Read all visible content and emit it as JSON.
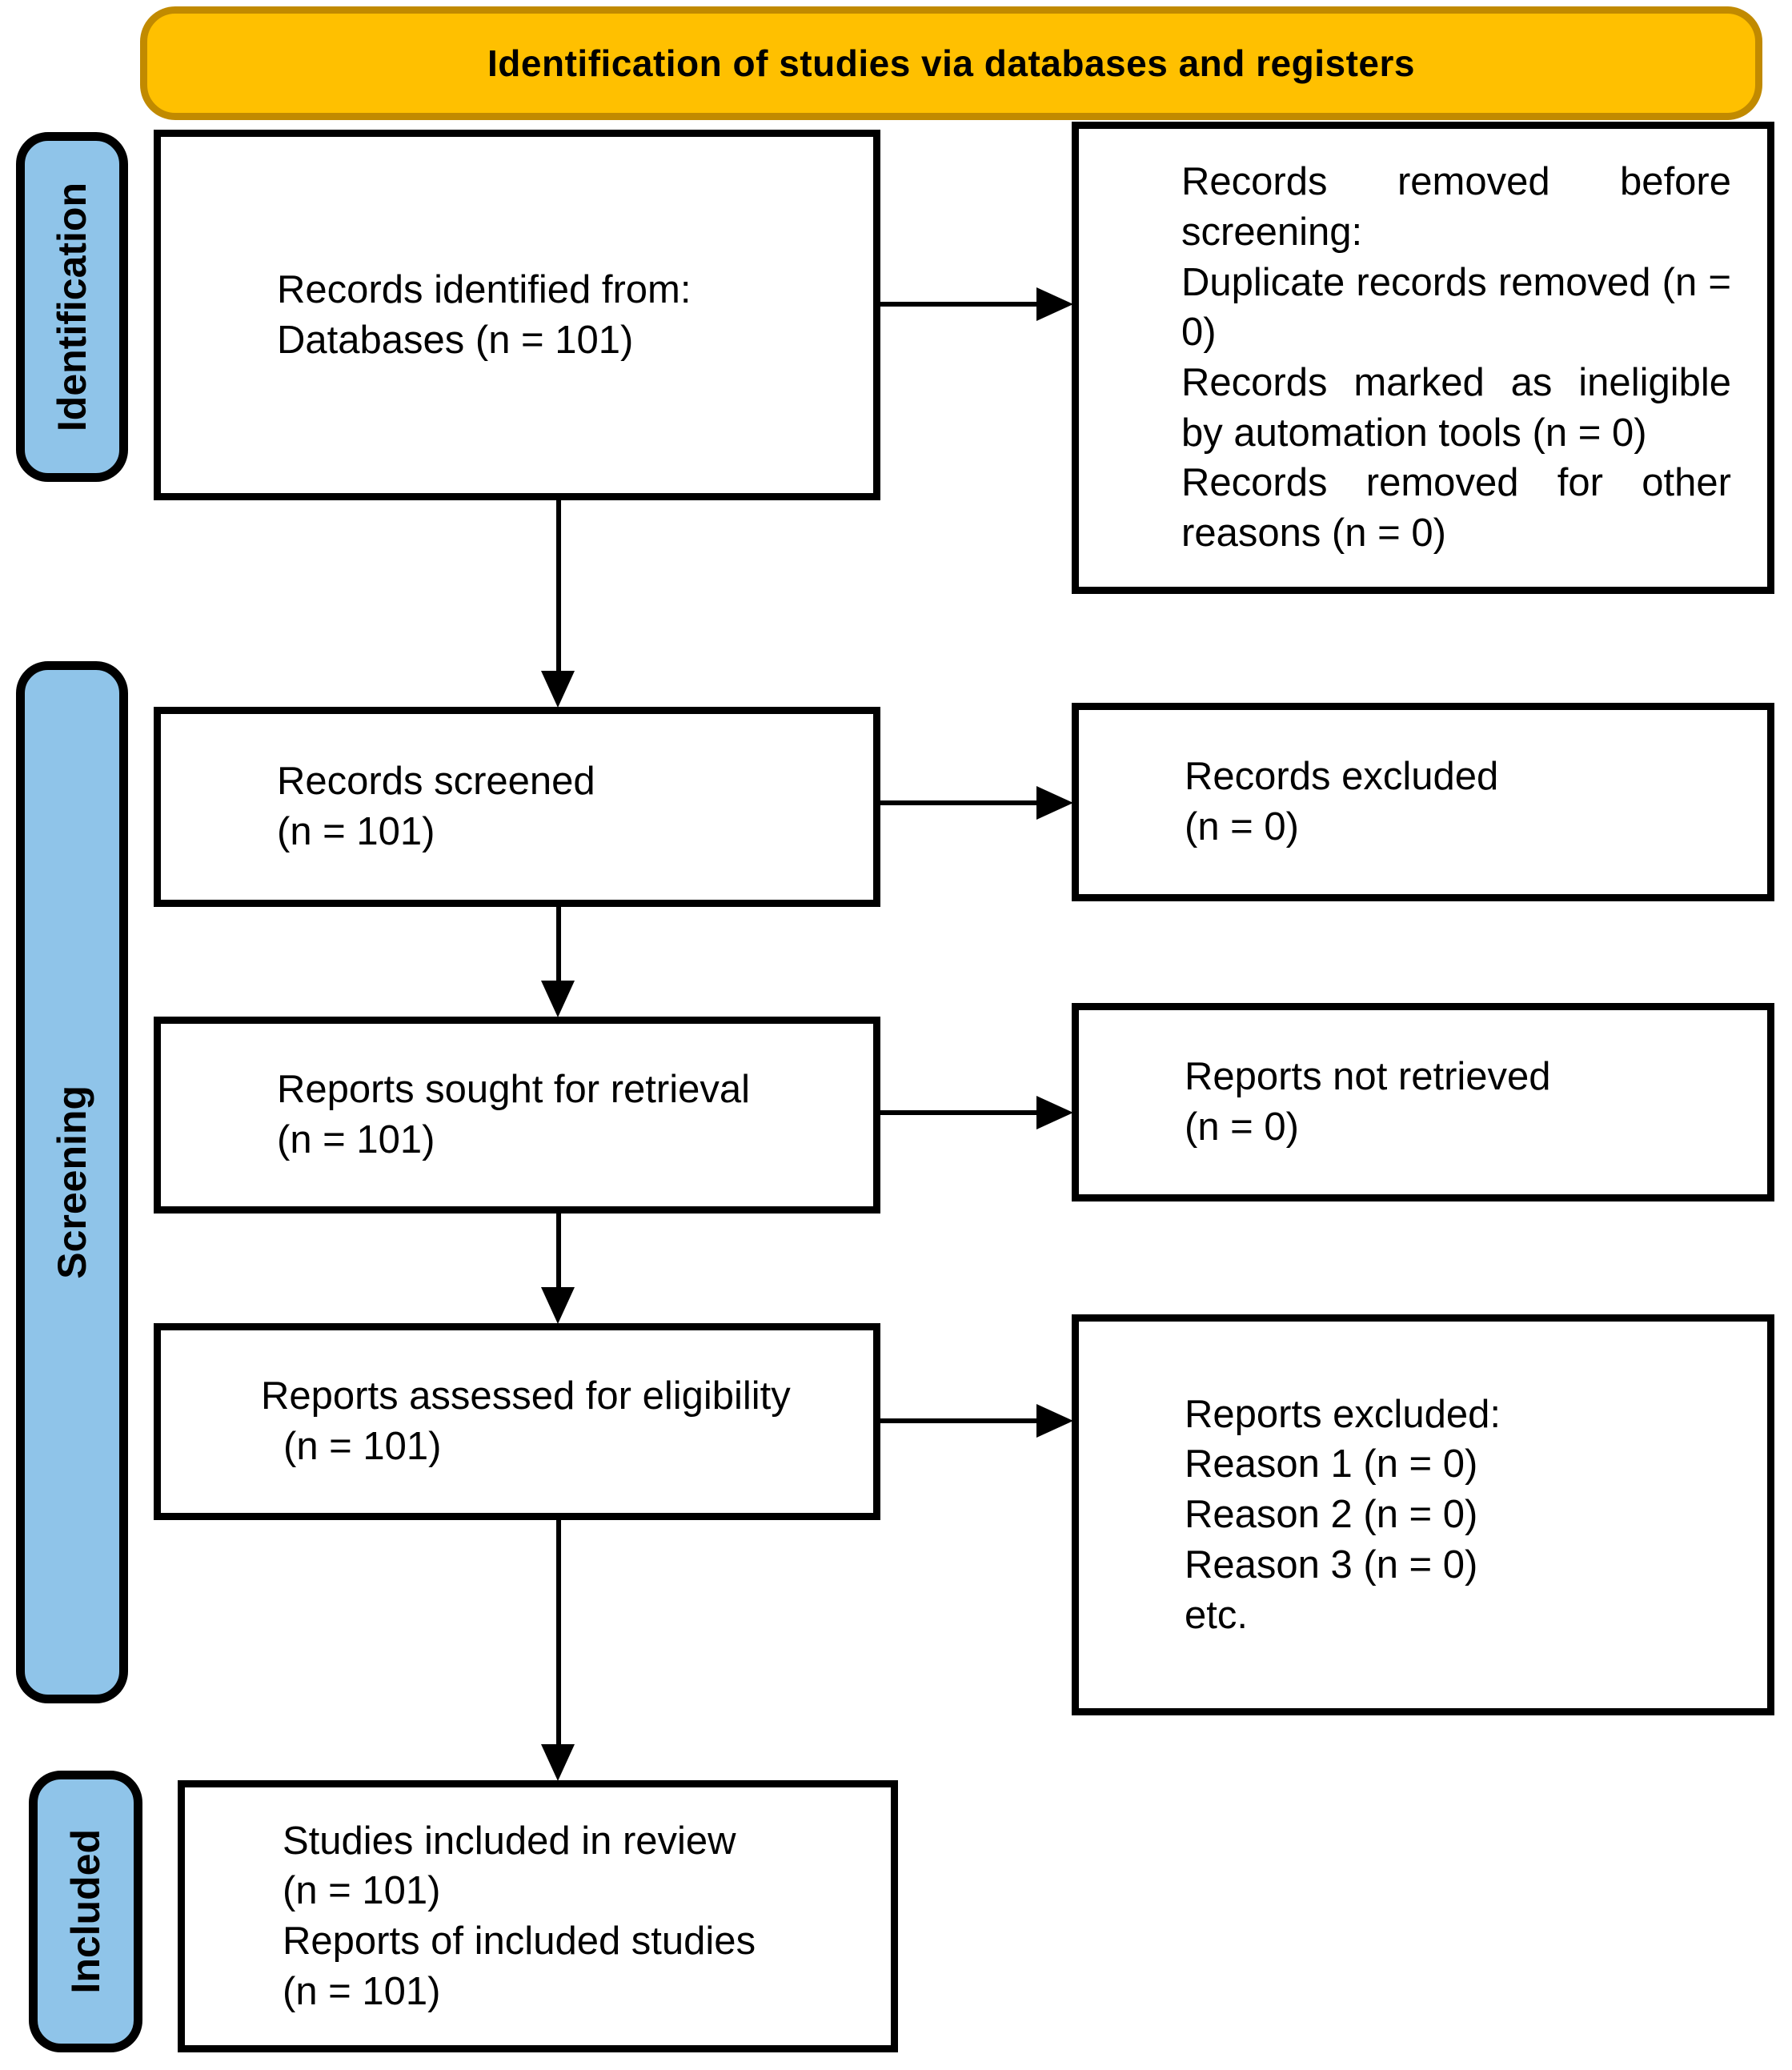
{
  "colors": {
    "header_fill": "#FFC000",
    "header_border": "#C18A00",
    "sidebar_fill": "#8FC4E9",
    "line": "#000000"
  },
  "header": {
    "title": "Identification of studies via databases and registers"
  },
  "sidebar": {
    "identification": "Identification",
    "screening": "Screening",
    "included": "Included"
  },
  "flow": {
    "left": {
      "records_identified": {
        "line1": "Records identified from:",
        "line2": "Databases (n = 101)"
      },
      "records_screened": {
        "line1": "Records screened",
        "line2": "(n = 101)"
      },
      "reports_sought": {
        "line1": "Reports sought for retrieval",
        "line2": "(n = 101)"
      },
      "reports_assessed": {
        "line1": "Reports assessed for eligibility",
        "line2": "(n = 101)"
      },
      "studies_included": {
        "line1": "Studies included in review",
        "line2": "(n = 101)",
        "line3": "Reports of included studies",
        "line4": "(n = 101)"
      }
    },
    "right": {
      "records_removed": {
        "p1": "Records removed before screening:",
        "p2": "Duplicate records removed (n = 0)",
        "p3": "Records marked as ineligible by automation tools (n = 0)",
        "p4": "Records removed for other reasons (n = 0)"
      },
      "records_excluded": {
        "line1": "Records excluded",
        "line2": "(n = 0)"
      },
      "reports_not_retrieved": {
        "line1": "Reports not retrieved",
        "line2": "(n = 0)"
      },
      "reports_excluded": {
        "line1": "Reports excluded:",
        "line2": "Reason 1 (n = 0)",
        "line3": "Reason 2 (n = 0)",
        "line4": "Reason 3 (n = 0)",
        "line5": "etc."
      }
    }
  }
}
